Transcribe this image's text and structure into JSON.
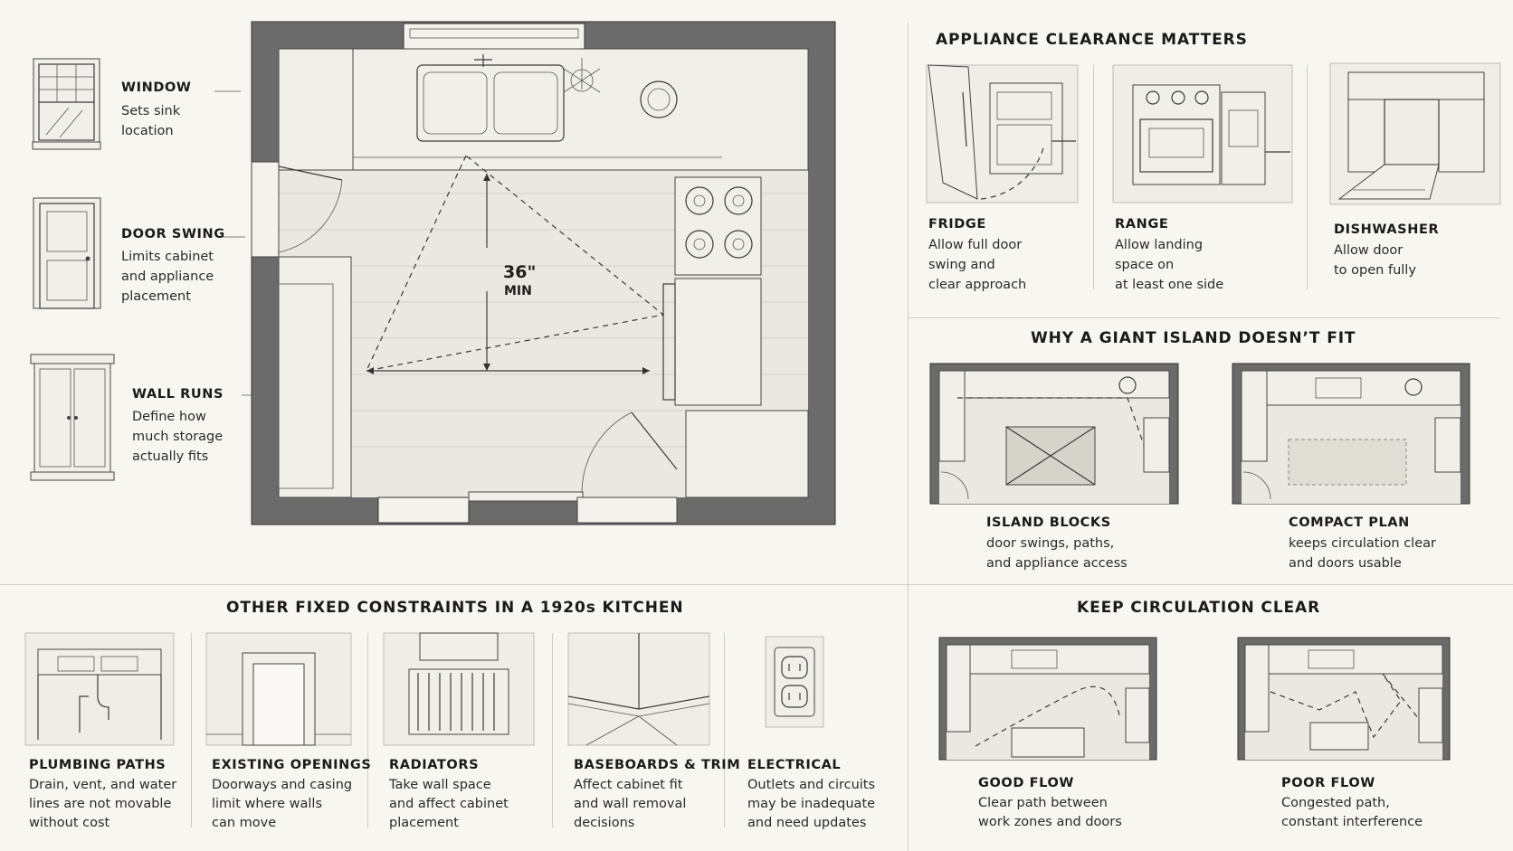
{
  "left_labels": [
    {
      "title": "WINDOW",
      "text": "Sets sink\nlocation",
      "icon": "window-icon"
    },
    {
      "title": "DOOR SWING",
      "text": "Limits cabinet\nand appliance\nplacement",
      "icon": "door-icon"
    },
    {
      "title": "WALL RUNS",
      "text": "Define how\nmuch storage\nactually fits",
      "icon": "cabinet-icon"
    }
  ],
  "plan": {
    "dimension_value": "36\"",
    "dimension_unit": "MIN"
  },
  "appliance": {
    "title": "APPLIANCE CLEARANCE MATTERS",
    "items": [
      {
        "title": "FRIDGE",
        "text": "Allow full door\nswing and\nclear approach"
      },
      {
        "title": "RANGE",
        "text": "Allow landing\nspace on\nat least one side"
      },
      {
        "title": "DISHWASHER",
        "text": "Allow door\nto open fully"
      }
    ]
  },
  "island": {
    "title": "WHY A GIANT ISLAND DOESN’T FIT",
    "items": [
      {
        "title": "ISLAND BLOCKS",
        "text": "door swings, paths,\nand appliance access"
      },
      {
        "title": "COMPACT PLAN",
        "text": "keeps circulation clear\nand doors usable"
      }
    ]
  },
  "constraints": {
    "title": "OTHER FIXED CONSTRAINTS IN A 1920s KITCHEN",
    "items": [
      {
        "title": "PLUMBING PATHS",
        "text": "Drain, vent, and water\nlines are not movable\nwithout cost"
      },
      {
        "title": "EXISTING OPENINGS",
        "text": "Doorways and casing\nlimit where walls\ncan move"
      },
      {
        "title": "RADIATORS",
        "text": "Take wall space\nand affect cabinet\nplacement"
      },
      {
        "title": "BASEBOARDS & TRIM",
        "text": "Affect cabinet fit\nand wall removal\ndecisions"
      },
      {
        "title": "ELECTRICAL",
        "text": "Outlets and circuits\nmay be inadequate\nand need updates"
      }
    ]
  },
  "circulation": {
    "title": "KEEP CIRCULATION CLEAR",
    "items": [
      {
        "title": "GOOD FLOW",
        "text": "Clear path between\nwork zones and doors"
      },
      {
        "title": "POOR FLOW",
        "text": "Congested path,\nconstant interference"
      }
    ]
  }
}
